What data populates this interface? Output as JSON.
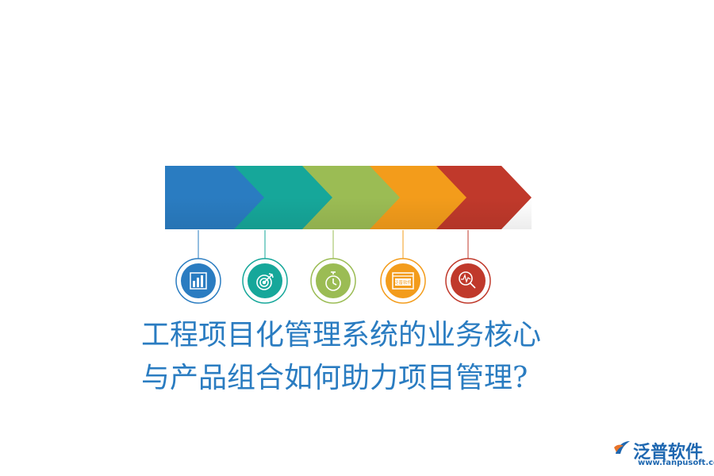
{
  "title": {
    "line1": "工程项目化管理系统的业务核心",
    "line2": "与产品组合如何助力项目管理?"
  },
  "process_steps": [
    {
      "color": "#2a7cc1",
      "icon": "bar-chart-icon"
    },
    {
      "color": "#16a79a",
      "icon": "target-icon"
    },
    {
      "color": "#9bbc54",
      "icon": "stopwatch-icon"
    },
    {
      "color": "#f39c1b",
      "icon": "browser-window-icon"
    },
    {
      "color": "#c0392b",
      "icon": "magnifier-pulse-icon"
    }
  ],
  "brand": {
    "name": "泛普软件",
    "url": "www.fanpusoft.com",
    "icon_label": "泛普软件",
    "colors": {
      "primary": "#1e67b0",
      "accent": "#e8742a"
    }
  }
}
